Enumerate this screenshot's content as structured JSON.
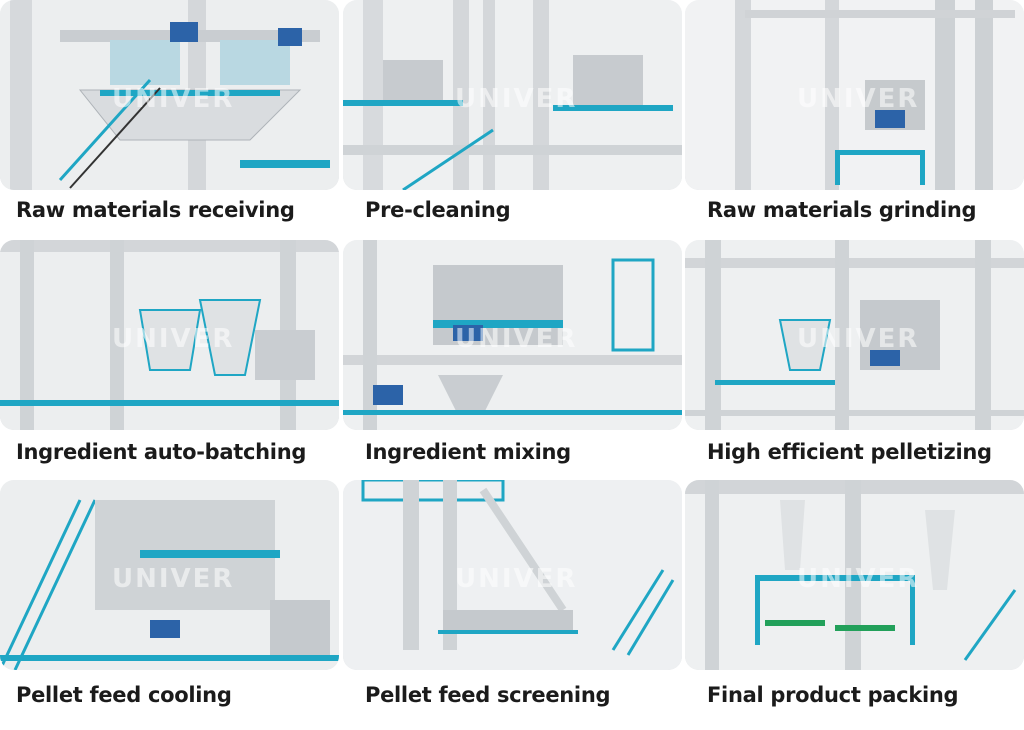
{
  "watermark": "UNIVER",
  "stages": [
    {
      "caption": "Raw materials receiving"
    },
    {
      "caption": "Pre-cleaning"
    },
    {
      "caption": "Raw materials grinding"
    },
    {
      "caption": "Ingredient auto-batching"
    },
    {
      "caption": "Ingredient mixing"
    },
    {
      "caption": "High efficient pelletizing"
    },
    {
      "caption": "Pellet feed cooling"
    },
    {
      "caption": "Pellet feed screening"
    },
    {
      "caption": "Final product packing"
    }
  ],
  "colors": {
    "accent_blue": "#1fa6c4",
    "steel": "#cfd3d6",
    "motor": "#2c63a8"
  }
}
